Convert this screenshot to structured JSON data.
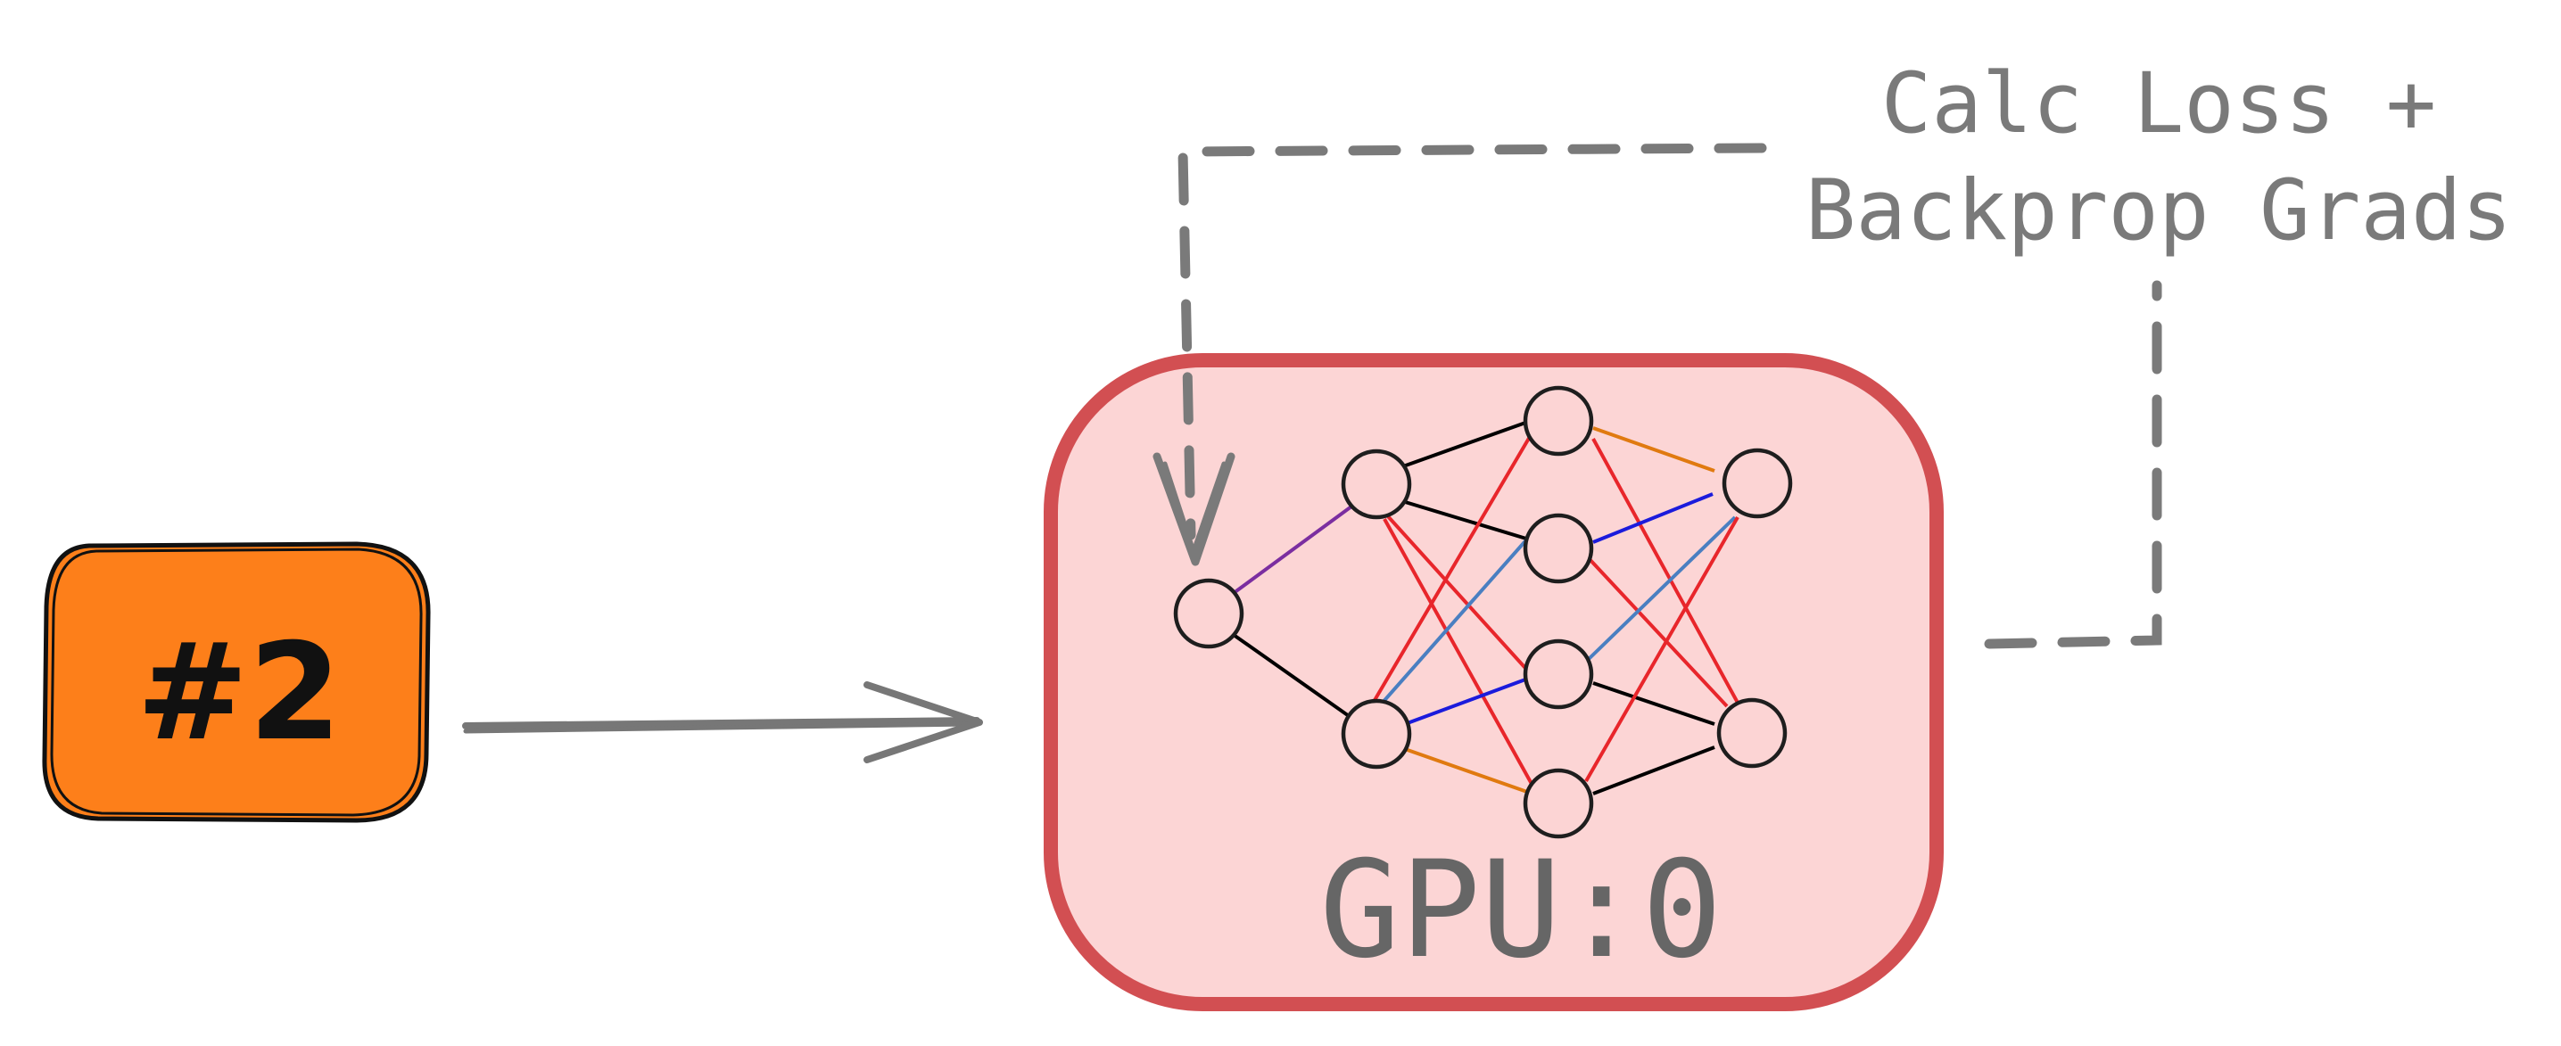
{
  "batch": {
    "label": "#2",
    "fill_color": "#fd7f1a"
  },
  "gpu": {
    "label": "GPU:0",
    "fill_color": "#fcd5d5",
    "border_color": "#d24f52"
  },
  "loop": {
    "label_line1": "Calc Loss +",
    "label_line2": "Backprop Grads",
    "color": "#7a7a7a"
  },
  "network": {
    "layers": [
      1,
      2,
      4,
      2
    ],
    "edge_colors": [
      "#000000",
      "#e8262b",
      "#1b1bdc",
      "#4a7fc1",
      "#e07a10",
      "#7b2ea0"
    ]
  }
}
